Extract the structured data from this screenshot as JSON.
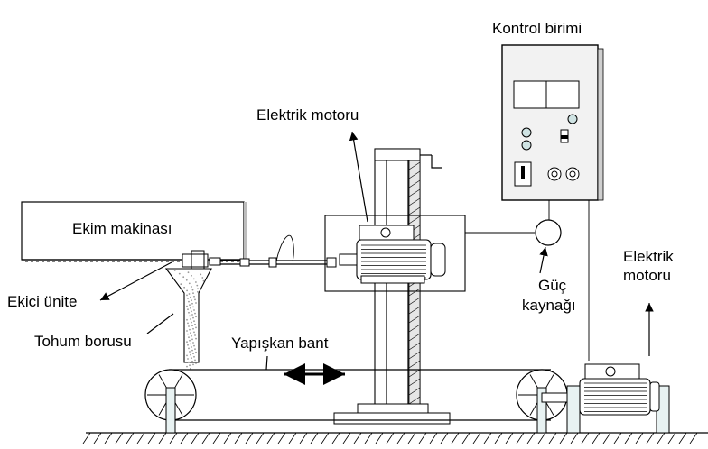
{
  "labels": {
    "control_unit": "Kontrol birimi",
    "electric_motor_center": "Elektrik motoru",
    "planting_machine": "Ekim makinası",
    "seeding_unit": "Ekici ünite",
    "seed_tube": "Tohum borusu",
    "adhesive_belt": "Yapışkan bant",
    "power_supply_line1": "Güç",
    "power_supply_line2": "kaynağı",
    "electric_motor_right_line1": "Elektrik",
    "electric_motor_right_line2": "motoru"
  }
}
